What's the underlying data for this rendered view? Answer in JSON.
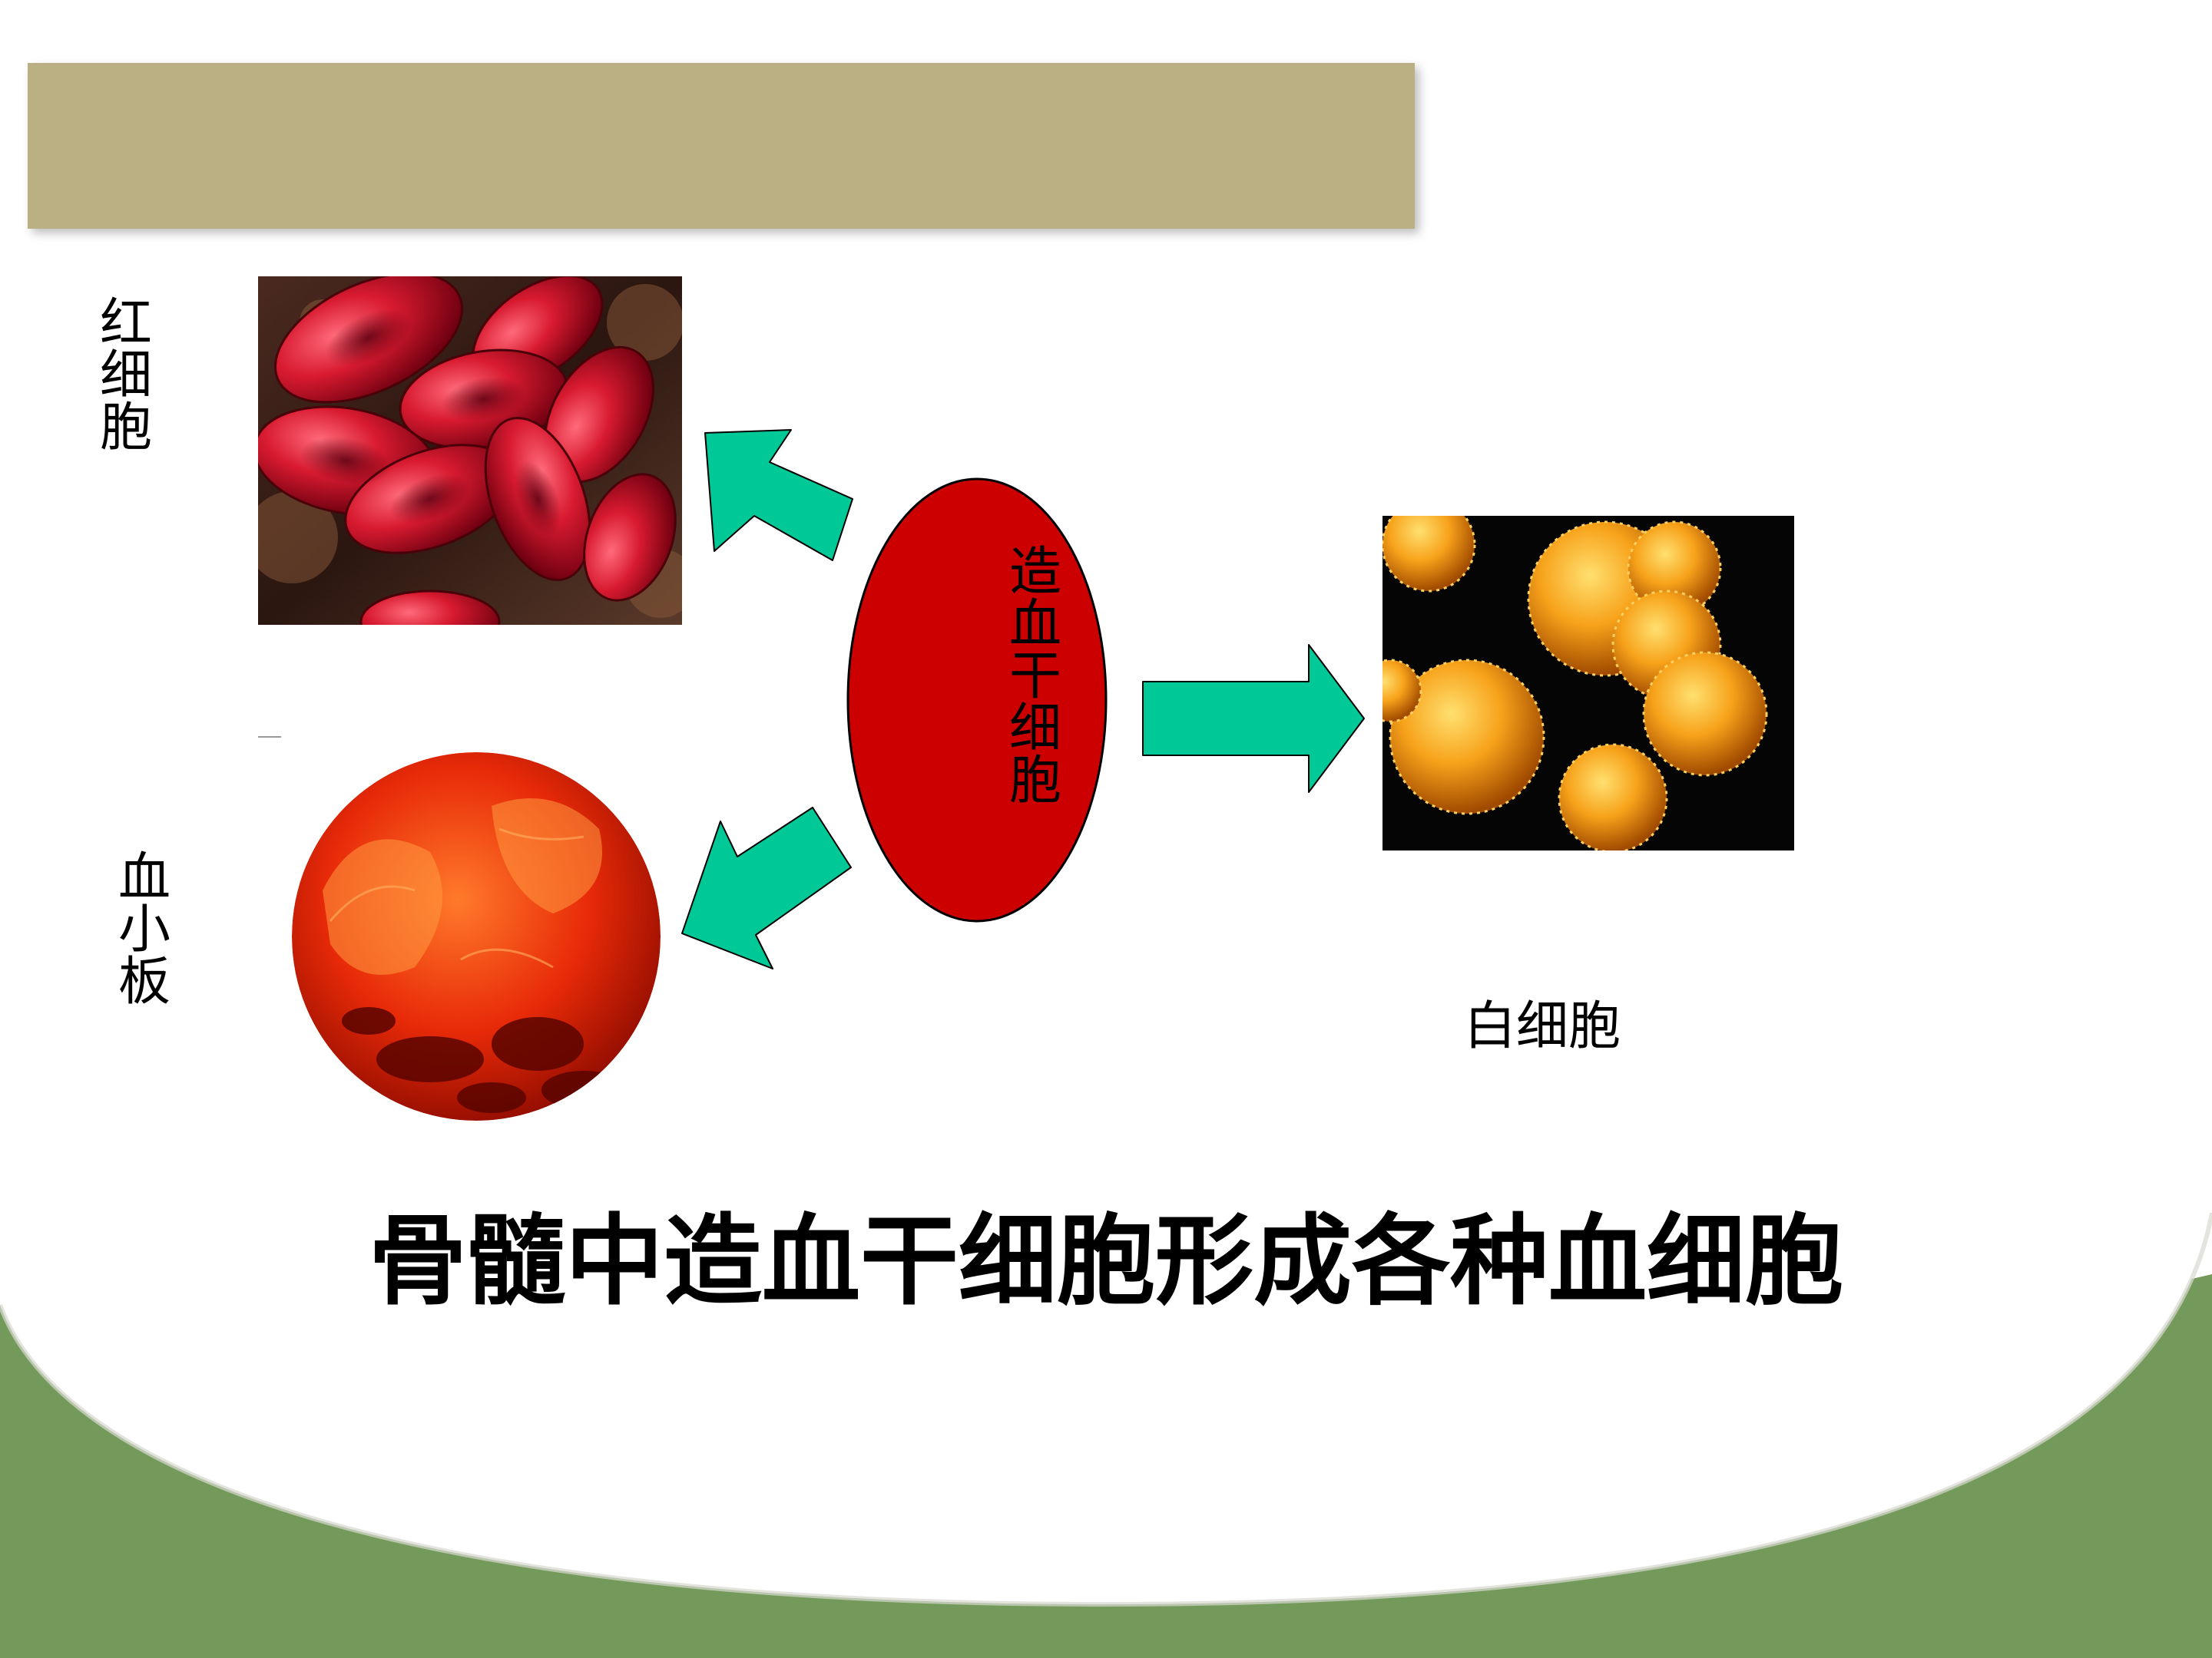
{
  "slide": {
    "caption": "骨髓中造血干细胞形成各种血细胞",
    "colors": {
      "header_bar": "#BBB084",
      "green_band": "#739A5A",
      "stem_cell": "#CC0000",
      "arrow": "#00C896",
      "white_bg": "#FFFFFF"
    }
  },
  "diagram": {
    "center": {
      "label": "造血干细胞"
    },
    "targets": [
      {
        "id": "rbc",
        "label": "红细胞",
        "icon": "red-blood-cells-image"
      },
      {
        "id": "platelet",
        "label": "血小板",
        "icon": "platelets-image"
      },
      {
        "id": "wbc",
        "label": "白细胞",
        "icon": "white-blood-cells-image"
      }
    ]
  }
}
